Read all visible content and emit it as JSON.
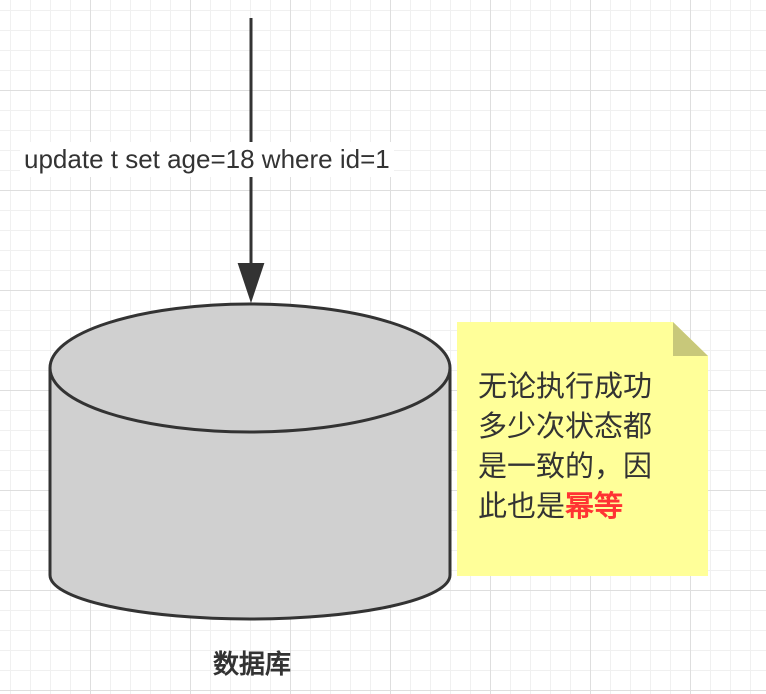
{
  "edge": {
    "label": "update t set age=18 where id=1"
  },
  "database": {
    "label": "数据库"
  },
  "note": {
    "lines": [
      "无论执行成功",
      "多少次状态都",
      "是一致的，因"
    ],
    "last_line_prefix": "此也是",
    "highlight": "幂等"
  },
  "colors": {
    "cylinder_fill": "#d0d0d0",
    "stroke": "#333333",
    "note_fill": "#ffff99",
    "note_fold": "#c8c87a",
    "highlight": "#ff3333"
  }
}
